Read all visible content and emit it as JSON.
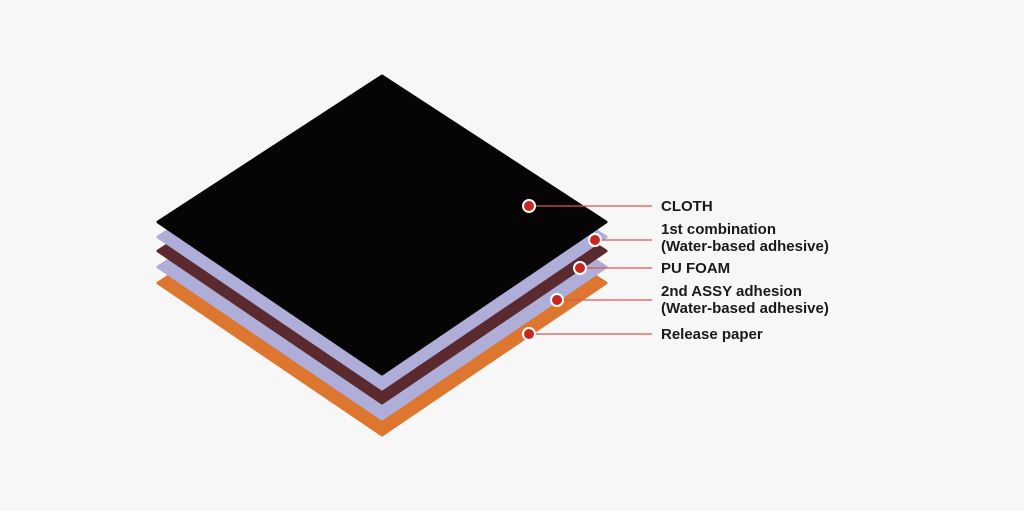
{
  "colors": {
    "background": "#f7f7f7",
    "cloth": "#070405",
    "adhesive": "#aeaed8",
    "pu_foam": "#5a2a2f",
    "release_paper": "#dd772f",
    "marker": "#c8261e",
    "leader_line": "#d9574f"
  },
  "layers": [
    {
      "id": "cloth",
      "lines": [
        "CLOTH"
      ]
    },
    {
      "id": "first-combination",
      "lines": [
        "1st combination",
        "(Water-based adhesive)"
      ]
    },
    {
      "id": "pu-foam",
      "lines": [
        "PU FOAM"
      ]
    },
    {
      "id": "second-assy",
      "lines": [
        "2nd ASSY adhesion",
        "(Water-based adhesive)"
      ]
    },
    {
      "id": "release-paper",
      "lines": [
        "Release paper"
      ]
    }
  ]
}
